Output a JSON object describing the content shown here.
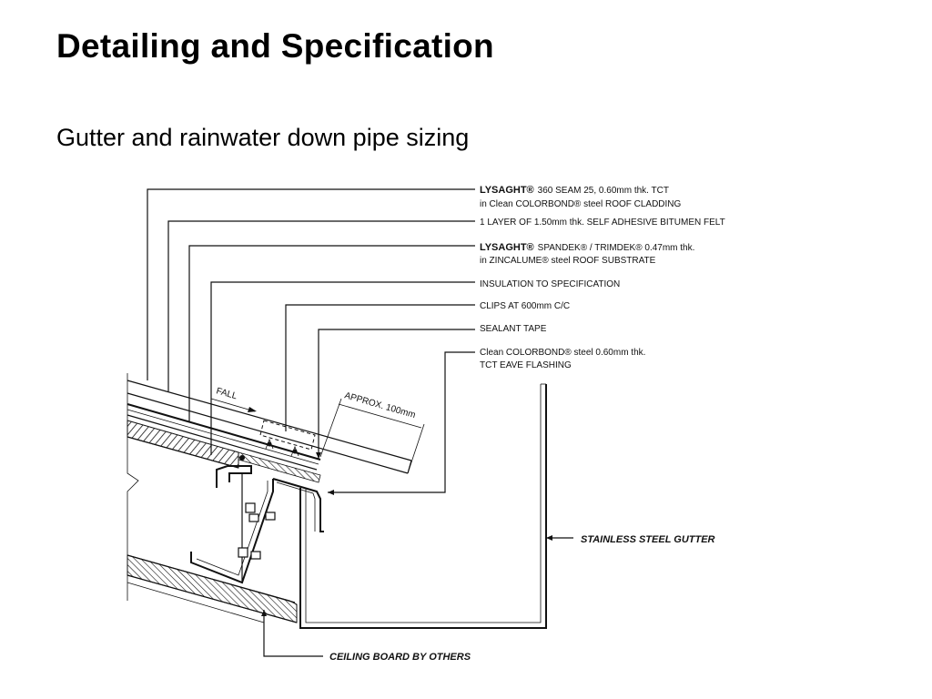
{
  "slide": {
    "title": "Detailing and Specification",
    "subtitle": "Gutter and rainwater down pipe sizing"
  },
  "diagram": {
    "callouts": [
      {
        "brand": "LYSAGHT®",
        "line1": "360 SEAM 25, 0.60mm thk. TCT",
        "line2": "in Clean COLORBOND® steel ROOF CLADDING"
      },
      {
        "line1": "1 LAYER OF 1.50mm thk. SELF ADHESIVE BITUMEN FELT"
      },
      {
        "brand": "LYSAGHT®",
        "line1": "SPANDEK® / TRIMDEK® 0.47mm thk.",
        "line2": "in ZINCALUME® steel ROOF SUBSTRATE"
      },
      {
        "line1": "INSULATION TO SPECIFICATION"
      },
      {
        "line1": "CLIPS AT 600mm C/C"
      },
      {
        "line1": "SEALANT TAPE"
      },
      {
        "line1": "Clean COLORBOND® steel 0.60mm thk.",
        "line2": "TCT EAVE FLASHING"
      }
    ],
    "fall_label": "FALL",
    "approx_label": "APPROX. 100mm",
    "gutter_label": "STAINLESS STEEL GUTTER",
    "ceiling_label": "CEILING BOARD BY OTHERS"
  }
}
